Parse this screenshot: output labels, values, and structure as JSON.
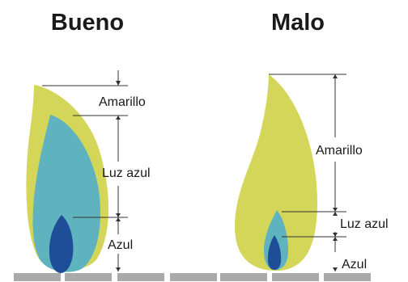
{
  "good": {
    "title": "Bueno",
    "labels": {
      "yellow": "Amarillo",
      "light_blue": "Luz azul",
      "blue": "Azul"
    }
  },
  "bad": {
    "title": "Malo",
    "labels": {
      "yellow": "Amarillo",
      "light_blue": "Luz azul",
      "blue": "Azul"
    }
  },
  "colors": {
    "yellow": "#d4d65a",
    "light_blue": "#5fb3be",
    "blue": "#1f4e98",
    "burner": "#aaaaaa",
    "text": "#1a1a1a",
    "line": "#333333"
  }
}
